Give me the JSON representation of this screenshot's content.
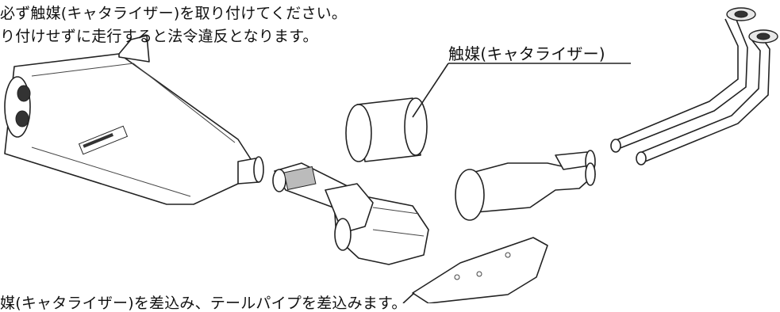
{
  "notes": {
    "warning_line_1": "必ず触媒(キャタライザー)を取り付けてください。",
    "warning_line_2": "り付けせずに走行すると法令違反となります。",
    "bottom_note": "媒(キャタライザー)を差込み、テールパイプを差込みます。"
  },
  "labels": {
    "catalyst": "触媒(キャタライザー)"
  },
  "parts": [
    "muffler",
    "catalyst-cylinder",
    "link-pipe-with-mesh",
    "tail-pipe-catalyst",
    "header-pipes",
    "heat-shield"
  ]
}
